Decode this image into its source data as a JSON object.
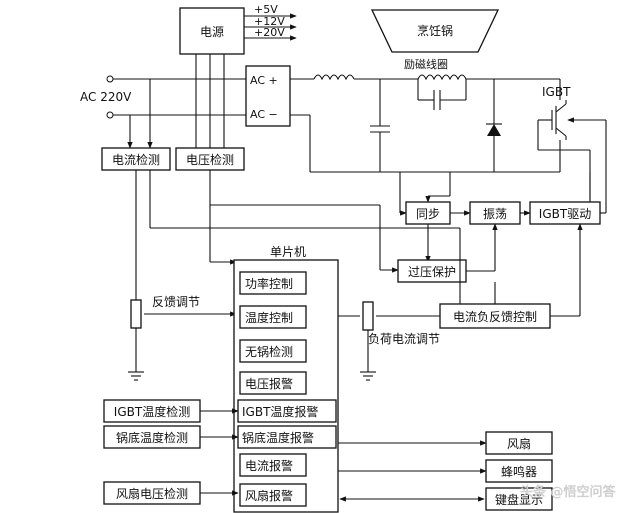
{
  "power": {
    "title": "电源",
    "outputs": [
      "+5V",
      "+12V",
      "+20V"
    ]
  },
  "input_label": "AC 220V",
  "rectifier": {
    "top": "AC  +",
    "bottom": "AC  −"
  },
  "cooker": "烹饪锅",
  "coil": "励磁线圈",
  "igbt": "IGBT",
  "current_detect": "电流检测",
  "voltage_detect": "电压检测",
  "sync": "同步",
  "oscillate": "振荡",
  "igbt_drive": "IGBT驱动",
  "overvoltage": "过压保护",
  "feedback": "反馈调节",
  "load_current": "负荷电流调节",
  "current_feedback_ctrl": "电流负反馈控制",
  "mcu": {
    "title": "单片机",
    "blocks": [
      "功率控制",
      "温度控制",
      "无锅检测",
      "电压报警",
      "IGBT温度报警",
      "锅底温度报警",
      "电流报警",
      "风扇报警"
    ]
  },
  "left_inputs": [
    "IGBT温度检测",
    "锅底温度检测",
    "风扇电压检测"
  ],
  "outputs": [
    "风扇",
    "蜂鸣器",
    "键盘显示"
  ],
  "watermark": "头条 @悟空问答"
}
